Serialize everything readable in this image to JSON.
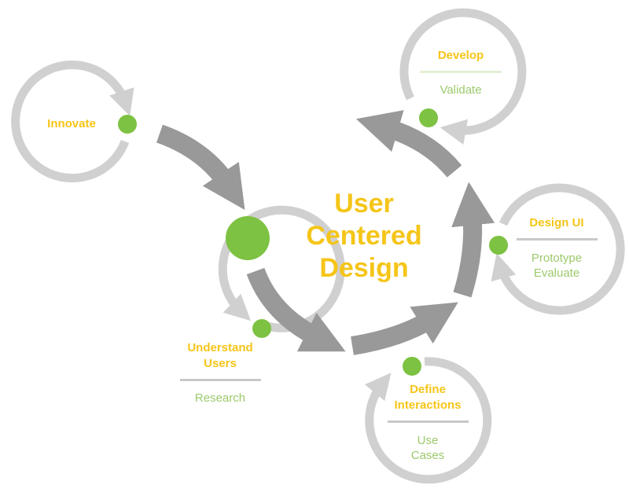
{
  "center": {
    "line1": "User",
    "line2": "Centered",
    "line3": "Design"
  },
  "nodes": {
    "innovate": {
      "title": "Innovate"
    },
    "develop": {
      "title": "Develop",
      "sub1": "Validate"
    },
    "design_ui": {
      "title": "Design UI",
      "sub1": "Prototype",
      "sub2": "Evaluate"
    },
    "define": {
      "title1": "Define",
      "title2": "Interactions",
      "sub1": "Use",
      "sub2": "Cases"
    },
    "understand": {
      "title1": "Understand",
      "title2": "Users",
      "sub1": "Research"
    }
  },
  "colors": {
    "title": "#F5C518",
    "subtitle": "#9CC96B",
    "node_dot": "#7DC242",
    "big_arrow": "#999999",
    "ring": "#D0D0D0",
    "divider_develop": "#E3F0D5",
    "divider_other": "#C8C8C8"
  }
}
